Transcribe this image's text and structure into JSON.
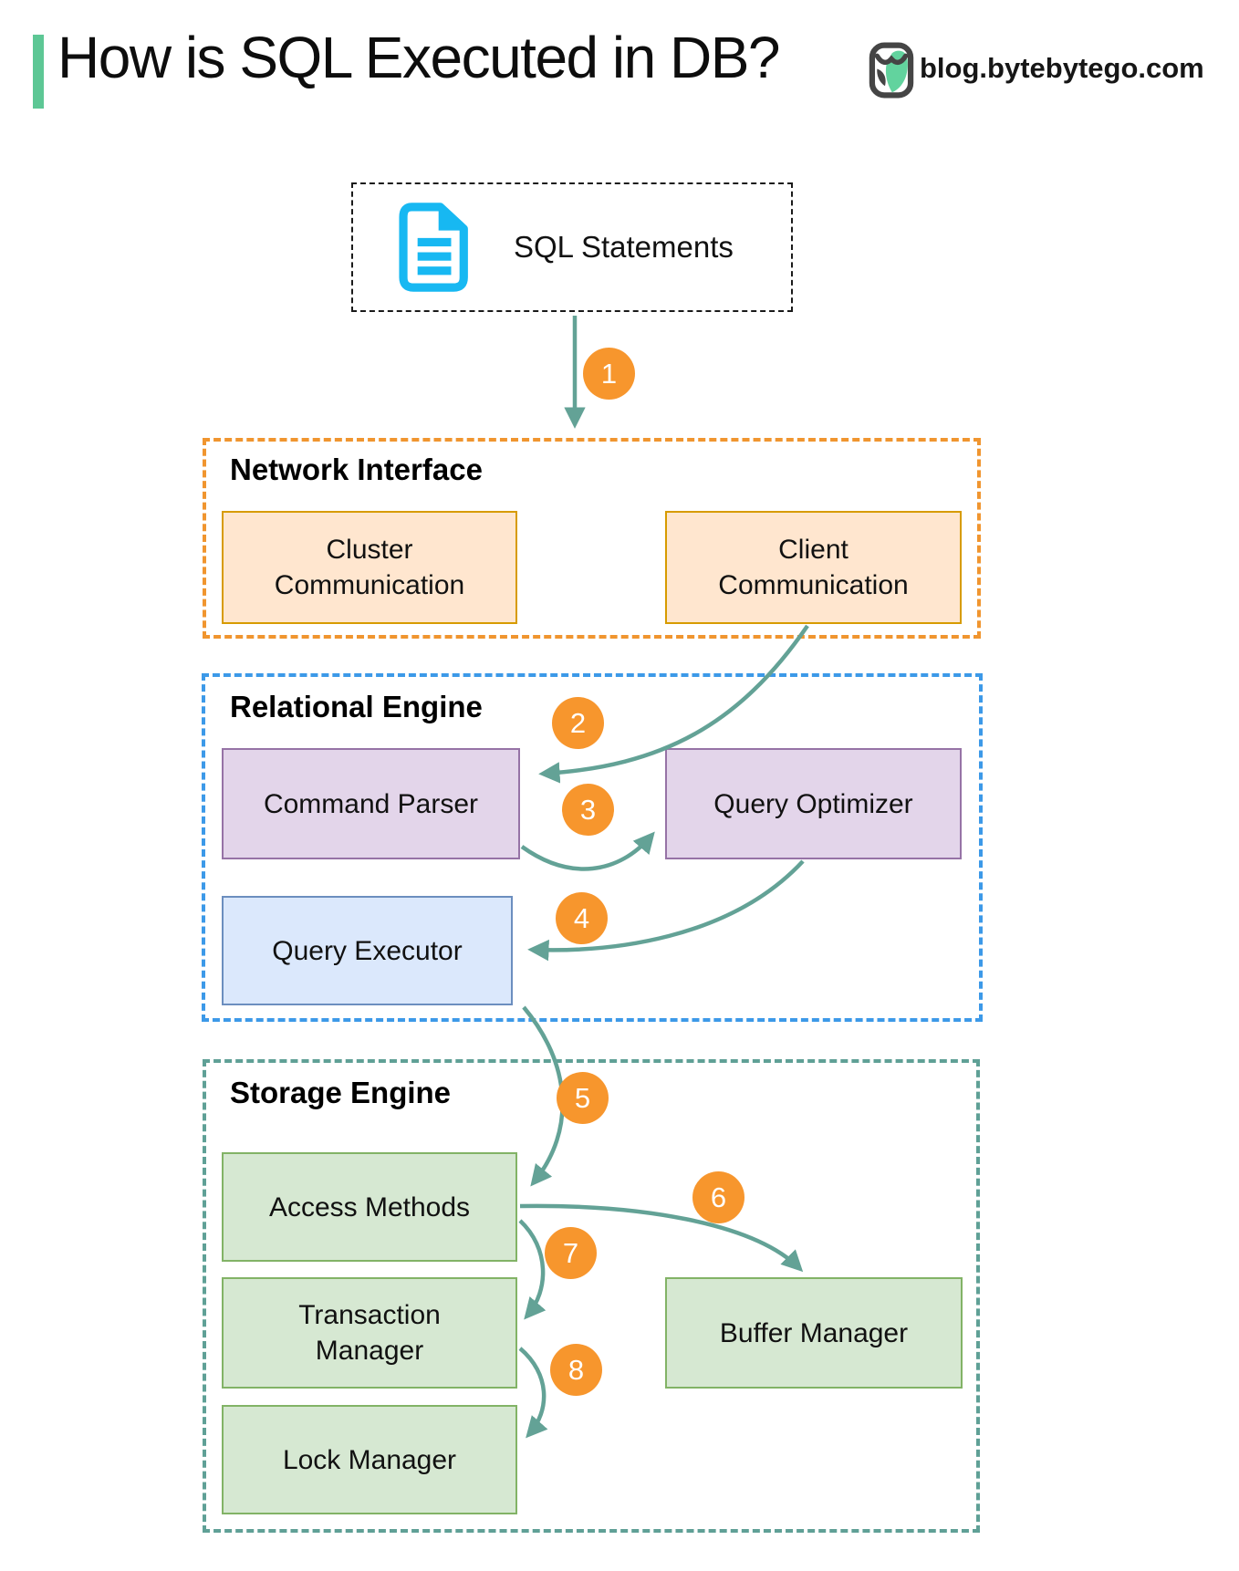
{
  "header": {
    "title": "How is SQL Executed in DB?",
    "site": "blog.bytebytego.com"
  },
  "sql_box": {
    "label": "SQL Statements"
  },
  "network": {
    "label": "Network Interface",
    "cluster": "Cluster Communication",
    "client": "Client Communication"
  },
  "relational": {
    "label": "Relational Engine",
    "parser": "Command Parser",
    "optimizer": "Query Optimizer",
    "executor": "Query Executor"
  },
  "storage": {
    "label": "Storage Engine",
    "access": "Access Methods",
    "buffer": "Buffer Manager",
    "transaction": "Transaction Manager",
    "lock": "Lock Manager"
  },
  "steps": {
    "s1": "1",
    "s2": "2",
    "s3": "3",
    "s4": "4",
    "s5": "5",
    "s6": "6",
    "s7": "7",
    "s8": "8"
  },
  "colors": {
    "accent_bar": "#5dc795",
    "arrow": "#63a296",
    "step_circle": "#f7962d",
    "network_border": "#f0952f",
    "network_box_fill": "#ffe6cf",
    "network_box_border": "#d79b00",
    "relational_border": "#3c99e8",
    "purple_box_fill": "#e3d5ea",
    "purple_box_border": "#9673a6",
    "blue_box_fill": "#dbe8fc",
    "blue_box_border": "#6c8ebf",
    "storage_border": "#5fa096",
    "green_box_fill": "#d6e8d2",
    "green_box_border": "#82b366",
    "document_icon": "#17b8f2"
  }
}
